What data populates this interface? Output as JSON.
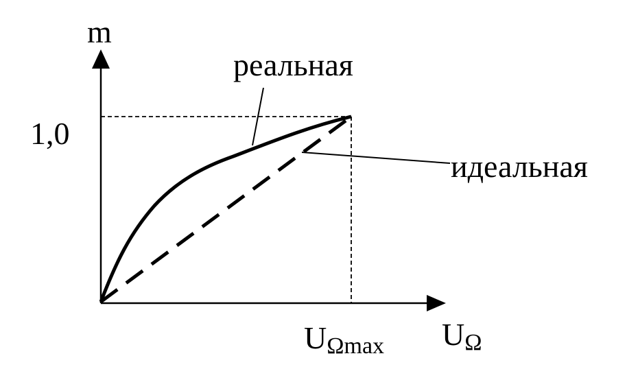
{
  "axes": {
    "y_label": "m",
    "x_label_main": "U",
    "x_label_sub": "Ω",
    "y_tick": "1,0",
    "x_tick_main": "U",
    "x_tick_sub": "Ωmax"
  },
  "curves": {
    "real_label": "реальная",
    "ideal_label": "идеальная"
  },
  "colors": {
    "ink": "#000000",
    "background": "#ffffff"
  }
}
